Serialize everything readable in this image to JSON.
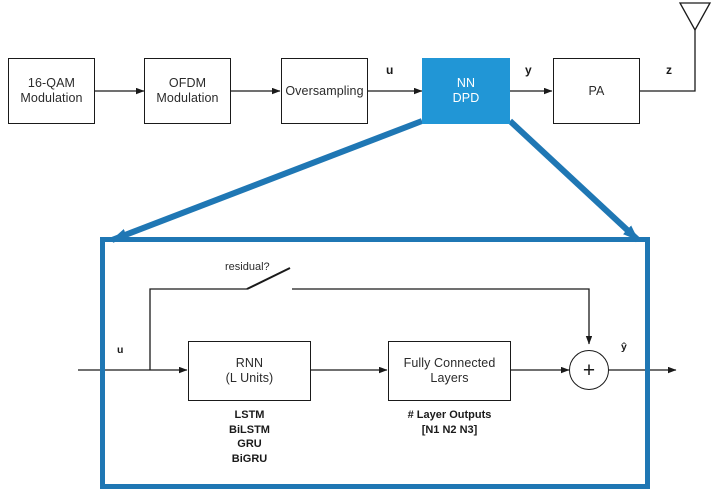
{
  "diagram": {
    "title": "NN DPD system block diagram",
    "colors": {
      "accent_fill": "#2196d6",
      "accent_frame": "#1f77b4",
      "line": "#1a1a1a",
      "background": "#ffffff"
    },
    "top_chain": {
      "blocks": [
        {
          "id": "qam",
          "label_line1": "16-QAM",
          "label_line2": "Modulation"
        },
        {
          "id": "ofdm",
          "label_line1": "OFDM",
          "label_line2": "Modulation"
        },
        {
          "id": "oversampling",
          "label_line1": "Oversampling",
          "label_line2": ""
        },
        {
          "id": "nndpd",
          "label_line1": "NN",
          "label_line2": "DPD"
        },
        {
          "id": "pa",
          "label_line1": "PA",
          "label_line2": ""
        }
      ],
      "signals": [
        {
          "id": "u",
          "label": "u"
        },
        {
          "id": "y",
          "label": "y"
        },
        {
          "id": "z",
          "label": "z"
        }
      ],
      "antenna": "antenna-icon"
    },
    "detail": {
      "input_label": "u",
      "output_label": "ŷ",
      "residual_label": "residual?",
      "blocks": [
        {
          "id": "rnn",
          "label_line1": "RNN",
          "label_line2": "(L Units)",
          "caption_lines": [
            "LSTM",
            "BiLSTM",
            "GRU",
            "BiGRU"
          ]
        },
        {
          "id": "fc",
          "label_line1": "Fully Connected",
          "label_line2": "Layers",
          "caption_lines": [
            "# Layer Outputs",
            "[N1 N2 N3]"
          ]
        }
      ],
      "sum_node": {
        "id": "sum",
        "symbol": "+"
      }
    }
  }
}
